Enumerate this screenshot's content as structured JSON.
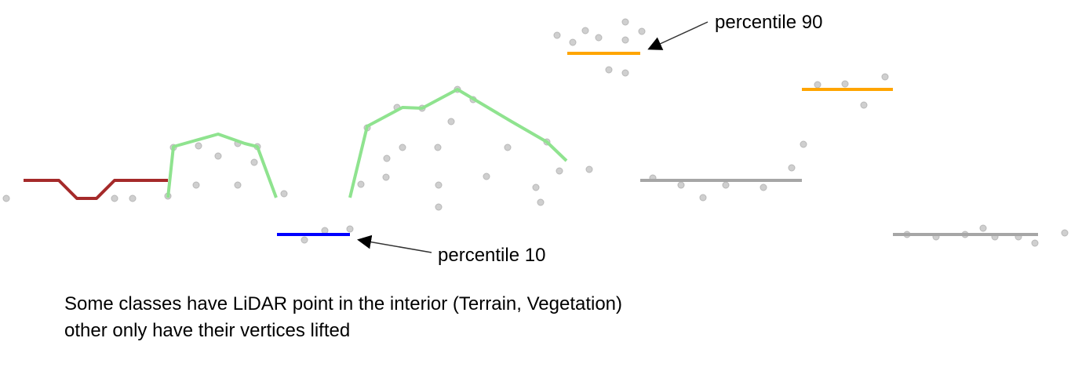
{
  "annotations": {
    "p90_label": "percentile 90",
    "p10_label": "percentile 10"
  },
  "caption": {
    "line1": "Some classes have LiDAR point in the interior (Terrain, Vegetation)",
    "line2": "other only have their vertices lifted"
  },
  "colors": {
    "point": "#c8c8c8",
    "red_class": "#a52a2a",
    "vegetation": "#8fe38f",
    "percentile_10": "#0000ff",
    "percentile_90": "#ffa500",
    "other_class": "#a6a6a6",
    "arrow": "#333333"
  }
}
